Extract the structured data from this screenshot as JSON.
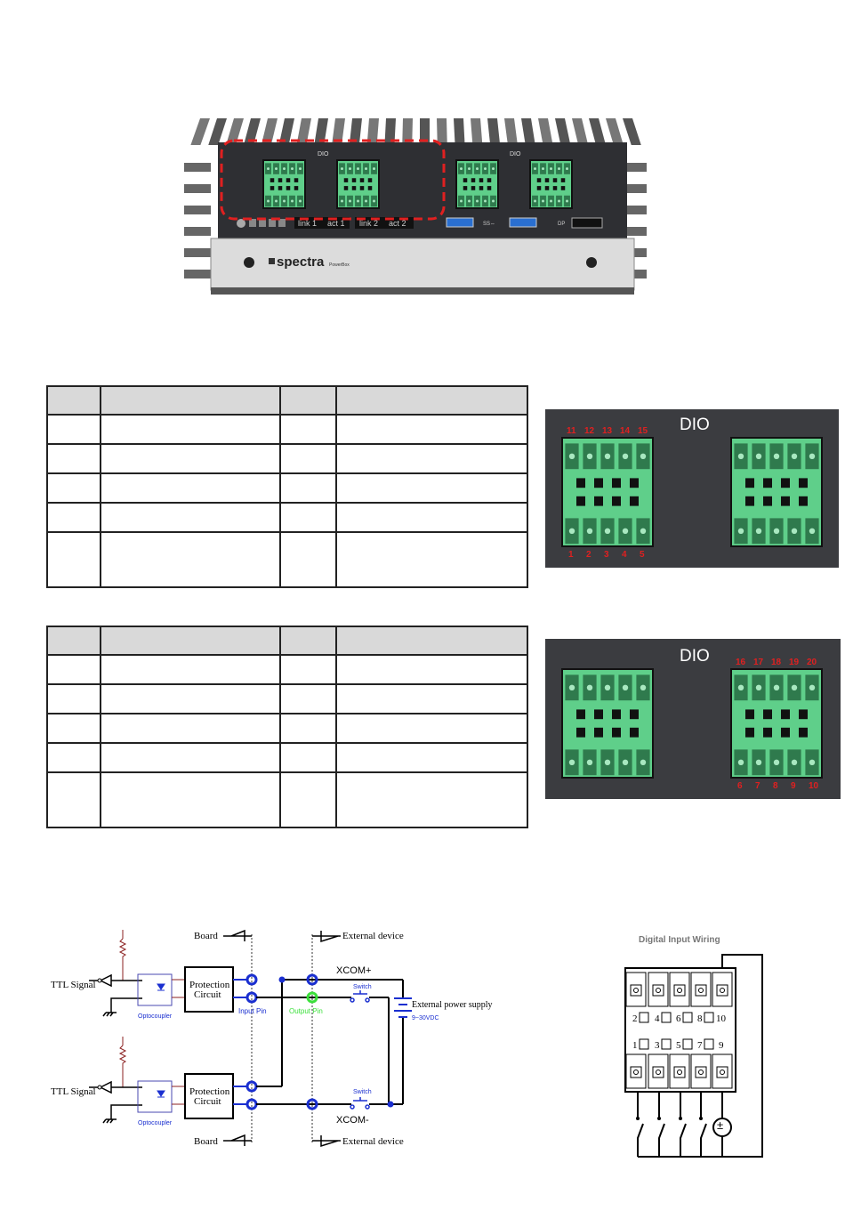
{
  "device": {
    "dio_label_left": "DIO",
    "dio_label_right": "DIO",
    "led_labels": [
      "link 1",
      "act 1",
      "link 2",
      "act 2"
    ],
    "usb_label": "SS⇔",
    "dp_label": "DP",
    "brand": "spectra",
    "brand_sub": "PowerBox",
    "highlight_color": "#e02020",
    "connector_color": "#5fcf8a"
  },
  "tables": [
    {
      "rows": [
        [
          "",
          "",
          "",
          ""
        ],
        [
          "",
          "",
          "",
          ""
        ],
        [
          "",
          "",
          "",
          ""
        ],
        [
          "",
          "",
          "",
          ""
        ],
        [
          "",
          "",
          "",
          ""
        ],
        [
          "",
          "",
          "",
          ""
        ]
      ]
    },
    {
      "rows": [
        [
          "",
          "",
          "",
          ""
        ],
        [
          "",
          "",
          "",
          ""
        ],
        [
          "",
          "",
          "",
          ""
        ],
        [
          "",
          "",
          "",
          ""
        ],
        [
          "",
          "",
          "",
          ""
        ],
        [
          "",
          "",
          "",
          ""
        ]
      ]
    }
  ],
  "photos": [
    {
      "title": "DIO",
      "top_pins": [
        "11",
        "12",
        "13",
        "14",
        "15"
      ],
      "bottom_pins": [
        "1",
        "2",
        "3",
        "4",
        "5"
      ],
      "labeled_block": "left"
    },
    {
      "title": "DIO",
      "top_pins": [
        "16",
        "17",
        "18",
        "19",
        "20"
      ],
      "bottom_pins": [
        "6",
        "7",
        "8",
        "9",
        "10"
      ],
      "labeled_block": "right"
    }
  ],
  "schematic": {
    "ttl_signal": "TTL Signal",
    "optocoupler": "Optocoupler",
    "protection_line1": "Protection",
    "protection_line2": "Circuit",
    "board": "Board",
    "external_device": "External device",
    "xcom_plus": "XCOM+",
    "xcom_minus": "XCOM-",
    "switch": "Switch",
    "input_pin": "Input Pin",
    "output_pin": "Output Pin",
    "power_supply": "External power supply",
    "voltage": "9~30VDC"
  },
  "wiring": {
    "title": "Digital Input Wiring",
    "top_numbers": [
      "2",
      "4",
      "6",
      "8",
      "10"
    ],
    "bottom_numbers": [
      "1",
      "3",
      "5",
      "7",
      "9"
    ]
  }
}
